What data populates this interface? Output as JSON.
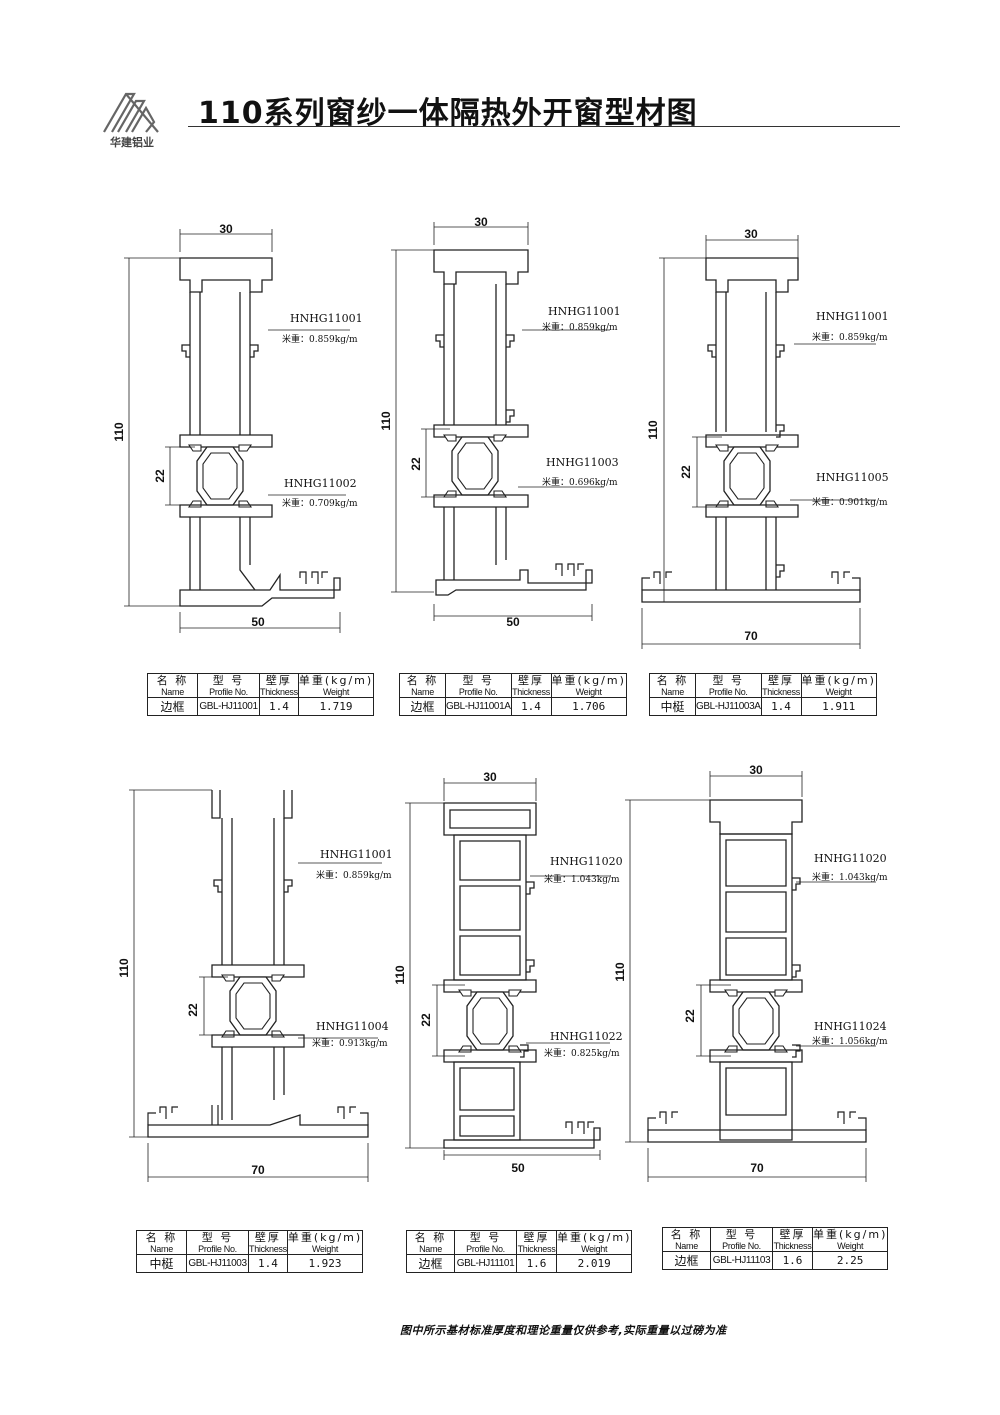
{
  "page_title": "110系列窗纱一体隔热外开窗型材图",
  "logo": {
    "text": "华建铝业"
  },
  "footer_note": "图中所示基材标准厚度和理论重量仅供参考,实际重量以过磅为准",
  "table_header": {
    "name_cn": "名 称",
    "name_en": "Name",
    "profile_cn": "型 号",
    "profile_en": "Profile No.",
    "thickness_cn": "壁厚",
    "thickness_en": "Thickness",
    "weight_cn": "单重(kg/m)",
    "weight_en": "Weight"
  },
  "profiles": [
    {
      "width_dim": "30",
      "height_dim": "110",
      "mid_dim": "22",
      "bottom_dim": "50",
      "callouts": [
        {
          "code": "HNHG11001",
          "weight": "米重：0.859kg/m"
        },
        {
          "code": "HNHG11002",
          "weight": "米重：0.709kg/m"
        }
      ],
      "table": {
        "name": "边框",
        "profile": "GBL-HJ11001",
        "thickness": "1.4",
        "weight": "1.719"
      }
    },
    {
      "width_dim": "30",
      "height_dim": "110",
      "mid_dim": "22",
      "bottom_dim": "50",
      "callouts": [
        {
          "code": "HNHG11001",
          "weight": "米重：0.859kg/m"
        },
        {
          "code": "HNHG11003",
          "weight": "米重：0.696kg/m"
        }
      ],
      "table": {
        "name": "边框",
        "profile": "GBL-HJ11001A",
        "thickness": "1.4",
        "weight": "1.706"
      }
    },
    {
      "width_dim": "30",
      "height_dim": "110",
      "mid_dim": "22",
      "bottom_dim": "70",
      "callouts": [
        {
          "code": "HNHG11001",
          "weight": "米重：0.859kg/m"
        },
        {
          "code": "HNHG11005",
          "weight": "米重：0.901kg/m"
        }
      ],
      "table": {
        "name": "中梃",
        "profile": "GBL-HJ11003A",
        "thickness": "1.4",
        "weight": "1.911"
      }
    },
    {
      "width_dim": "",
      "height_dim": "110",
      "mid_dim": "22",
      "bottom_dim": "70",
      "callouts": [
        {
          "code": "HNHG11001",
          "weight": "米重：0.859kg/m"
        },
        {
          "code": "HNHG11004",
          "weight": "米重：0.913kg/m"
        }
      ],
      "table": {
        "name": "中梃",
        "profile": "GBL-HJ11003",
        "thickness": "1.4",
        "weight": "1.923"
      }
    },
    {
      "width_dim": "30",
      "height_dim": "110",
      "mid_dim": "22",
      "bottom_dim": "50",
      "callouts": [
        {
          "code": "HNHG11020",
          "weight": "米重：1.043kg/m"
        },
        {
          "code": "HNHG11022",
          "weight": "米重：0.825kg/m"
        }
      ],
      "table": {
        "name": "边框",
        "profile": "GBL-HJ11101",
        "thickness": "1.6",
        "weight": "2.019"
      }
    },
    {
      "width_dim": "30",
      "height_dim": "110",
      "mid_dim": "22",
      "bottom_dim": "70",
      "callouts": [
        {
          "code": "HNHG11020",
          "weight": "米重：1.043kg/m"
        },
        {
          "code": "HNHG11024",
          "weight": "米重：1.056kg/m"
        }
      ],
      "table": {
        "name": "边框",
        "profile": "GBL-HJ11103",
        "thickness": "1.6",
        "weight": "2.25"
      }
    }
  ]
}
